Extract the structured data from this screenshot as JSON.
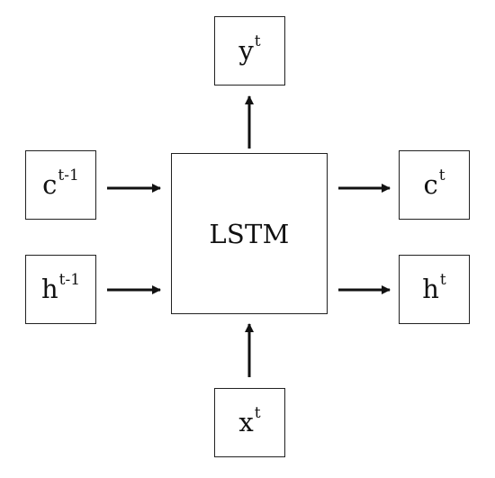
{
  "diagram": {
    "center": {
      "label": "LSTM"
    },
    "nodes": {
      "y_out": {
        "base": "y",
        "sup": "t"
      },
      "c_prev": {
        "base": "c",
        "sup": "t-1"
      },
      "h_prev": {
        "base": "h",
        "sup": "t-1"
      },
      "c_next": {
        "base": "c",
        "sup": "t"
      },
      "h_next": {
        "base": "h",
        "sup": "t"
      },
      "x_in": {
        "base": "x",
        "sup": "t"
      }
    },
    "edges": [
      {
        "from": "c_prev",
        "to": "center"
      },
      {
        "from": "h_prev",
        "to": "center"
      },
      {
        "from": "center",
        "to": "c_next"
      },
      {
        "from": "center",
        "to": "h_next"
      },
      {
        "from": "center",
        "to": "y_out"
      },
      {
        "from": "x_in",
        "to": "center"
      }
    ],
    "colors": {
      "line": "#111111",
      "box_border": "#222222",
      "background": "#ffffff"
    }
  }
}
